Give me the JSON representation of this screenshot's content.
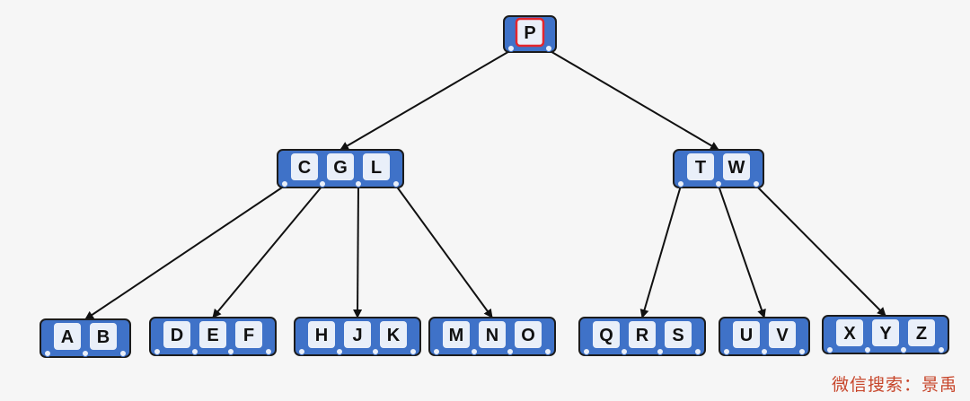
{
  "tree": {
    "nodes": [
      {
        "id": "root",
        "keys": [
          "P"
        ],
        "highlight_key": "P"
      },
      {
        "id": "internal-left",
        "keys": [
          "C",
          "G",
          "L"
        ]
      },
      {
        "id": "internal-right",
        "keys": [
          "T",
          "W"
        ]
      },
      {
        "id": "leaf-1",
        "keys": [
          "A",
          "B"
        ]
      },
      {
        "id": "leaf-2",
        "keys": [
          "D",
          "E",
          "F"
        ]
      },
      {
        "id": "leaf-3",
        "keys": [
          "H",
          "J",
          "K"
        ]
      },
      {
        "id": "leaf-4",
        "keys": [
          "M",
          "N",
          "O"
        ]
      },
      {
        "id": "leaf-5",
        "keys": [
          "Q",
          "R",
          "S"
        ]
      },
      {
        "id": "leaf-6",
        "keys": [
          "U",
          "V"
        ]
      },
      {
        "id": "leaf-7",
        "keys": [
          "X",
          "Y",
          "Z"
        ]
      }
    ],
    "edges": [
      [
        "root",
        "internal-left"
      ],
      [
        "root",
        "internal-right"
      ],
      [
        "internal-left",
        "leaf-1"
      ],
      [
        "internal-left",
        "leaf-2"
      ],
      [
        "internal-left",
        "leaf-3"
      ],
      [
        "internal-left",
        "leaf-4"
      ],
      [
        "internal-right",
        "leaf-5"
      ],
      [
        "internal-right",
        "leaf-6"
      ],
      [
        "internal-right",
        "leaf-7"
      ]
    ]
  },
  "colors": {
    "node_fill": "#3f72c8",
    "key_fill": "#e9eff9",
    "highlight_border": "#e3262d",
    "watermark": "#c7452a"
  },
  "watermark": "微信搜索：景禹"
}
